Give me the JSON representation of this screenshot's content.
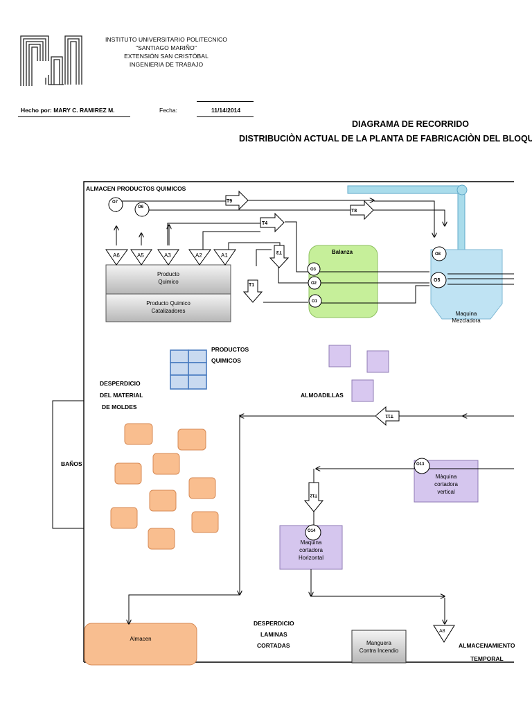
{
  "header": {
    "institution_lines": [
      "INSTITUTO UNIVERSITARIO POLITECNICO",
      "\"SANTIAGO MARIÑO\"",
      "EXTENSIÓN SAN CRISTÓBAL",
      "INGENIERIA DE TRABAJO"
    ],
    "made_by": "Hecho por: MARY C. RAMIREZ M.",
    "date_label": "Fecha:",
    "date_value": "11/14/2014"
  },
  "title": {
    "line1": "DIAGRAMA DE RECORRIDO",
    "line2": "DISTRIBUCIÒN ACTUAL DE LA PLANTA DE FABRICACIÒN DEL BLOQUE G"
  },
  "areas": {
    "almacen_quimicos": "ALMACEN PRODUCTOS QUIMICOS",
    "productos_quimicos": [
      "PRODUCTOS",
      "QUIMICOS"
    ],
    "desperdicio_moldes": [
      "DESPERDICIO",
      "DEL MATERIAL",
      "DE MOLDES"
    ],
    "almoadillas": "ALMOADILLAS",
    "banos": "BAÑOS",
    "desperdicio_laminas": [
      "DESPERDICIO",
      "LAMINAS",
      "CORTADAS"
    ],
    "almacenamiento": [
      "ALMACENAMIENTO",
      "TEMPORAL"
    ]
  },
  "equipment": {
    "producto_quimico": [
      "Producto",
      "Quimico"
    ],
    "catalizadores": [
      "Producto Quimico",
      "Catalizadores"
    ],
    "balanza": "Balanza",
    "mezcladora": [
      "Maquina",
      "Mezcladora"
    ],
    "cortadora_vertical": [
      "Màquina",
      "cortadora",
      "vertical"
    ],
    "cortadora_horizontal": [
      "Maquina",
      "cortadora",
      "Horizontal"
    ],
    "almacen": "Almacen",
    "manguera": [
      "Manguera",
      "Contra Incendio"
    ]
  },
  "nodes": {
    "storage": [
      "A6",
      "A5",
      "A3",
      "A2",
      "A1",
      "A8"
    ],
    "operations": [
      "O7",
      "O6",
      "O3",
      "O2",
      "O1",
      "O8",
      "O5",
      "O13",
      "O14"
    ],
    "transports": [
      "T9",
      "T8",
      "T4",
      "T3",
      "T1",
      "T11",
      "T12"
    ]
  },
  "colors": {
    "balanza": "#c6ef9a",
    "mezcladora": "#bfe3f3",
    "cortadora": "#d5c6ee",
    "almoadilla": "#d8c8f0",
    "molde": "#f9be8f",
    "almacen": "#f8be90",
    "grid": "#c9daf0",
    "pipe": "#a9dceb"
  }
}
